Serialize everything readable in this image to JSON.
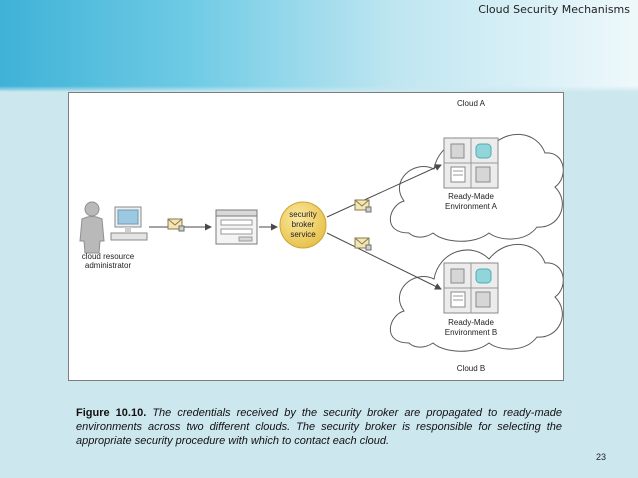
{
  "slide": {
    "title": "Cloud Security Mechanisms",
    "page_number": "23"
  },
  "diagram": {
    "actor": {
      "line1": "cloud resource",
      "line2": "administrator"
    },
    "broker": {
      "line1": "security",
      "line2": "broker",
      "line3": "service"
    },
    "cloud_a": {
      "label": "Cloud A",
      "environment_line1": "Ready-Made",
      "environment_line2": "Environment A"
    },
    "cloud_b": {
      "label": "Cloud B",
      "environment_line1": "Ready-Made",
      "environment_line2": "Environment B"
    },
    "colors": {
      "broker_fill": "#f2d061",
      "broker_stroke": "#c9a634",
      "arrow": "#4a4a4a",
      "envelope": "#f3e6b6",
      "person": "#b9b9b9",
      "database": "#8fd5da"
    }
  },
  "caption": {
    "label": "Figure 10.10.",
    "text": "The credentials received by the security broker are propagated to ready-made environments across two different clouds. The security broker is responsible for selecting the appropriate security procedure with which to contact each cloud."
  }
}
